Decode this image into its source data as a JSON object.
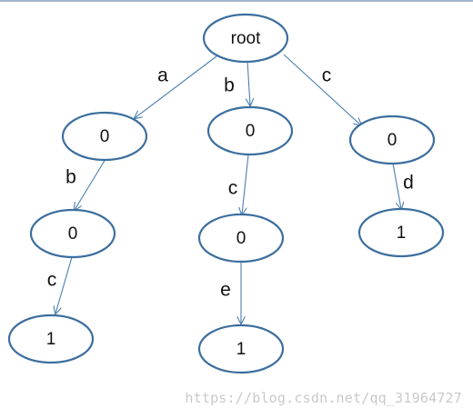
{
  "nodes": {
    "root": "root",
    "a": "0",
    "ab": "0",
    "abc": "1",
    "b": "0",
    "bc": "0",
    "bce": "1",
    "c": "0",
    "cd": "1"
  },
  "edges": {
    "root_a": "a",
    "root_b": "b",
    "root_c": "c",
    "a_ab": "b",
    "ab_abc": "c",
    "b_bc": "c",
    "bc_bce": "e",
    "c_cd": "d"
  },
  "watermark": "https://blog.csdn.net/qq_31964727",
  "colors": {
    "node_stroke": "#3c6e9e",
    "edge": "#4a7fb0"
  }
}
